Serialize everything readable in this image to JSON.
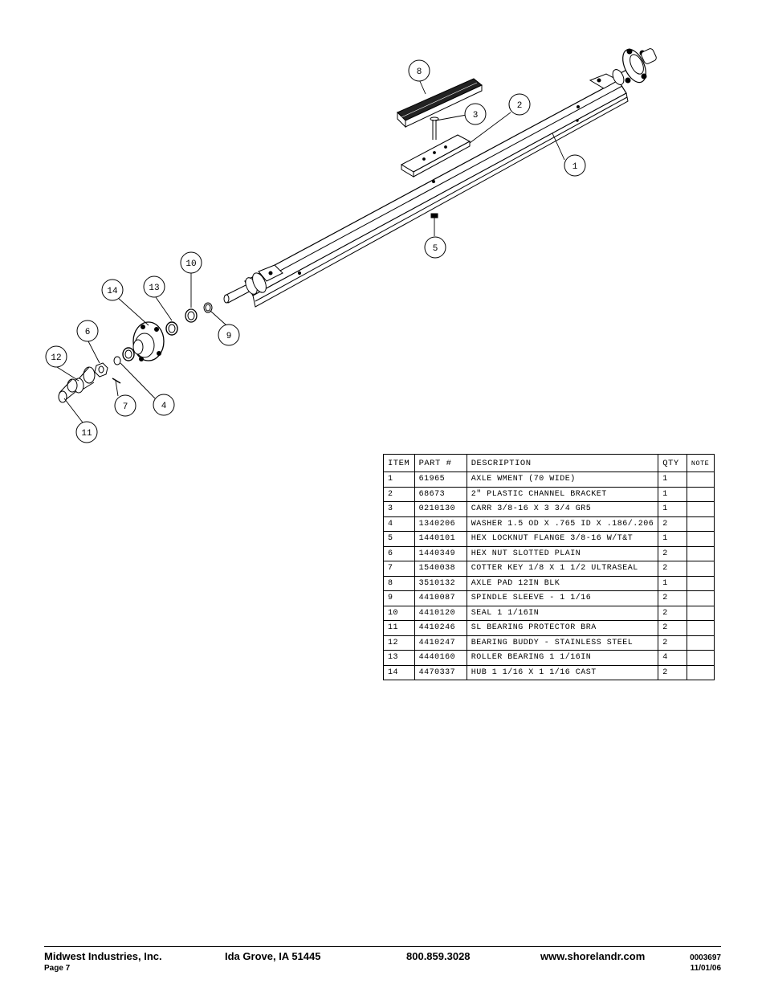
{
  "callouts": [
    "1",
    "2",
    "3",
    "4",
    "5",
    "6",
    "7",
    "8",
    "9",
    "10",
    "11",
    "12",
    "13",
    "14"
  ],
  "table": {
    "headers": [
      "ITEM",
      "PART #",
      "DESCRIPTION",
      "QTY",
      "NOTE"
    ],
    "rows": [
      [
        "1",
        "61965",
        "AXLE WMENT (70 WIDE)",
        "1",
        ""
      ],
      [
        "2",
        "68673",
        "2\" PLASTIC CHANNEL BRACKET",
        "1",
        ""
      ],
      [
        "3",
        "0210130",
        "CARR 3/8-16 X 3 3/4 GR5",
        "1",
        ""
      ],
      [
        "4",
        "1340206",
        "WASHER 1.5 OD X .765 ID X .186/.206",
        "2",
        ""
      ],
      [
        "5",
        "1440101",
        "HEX LOCKNUT FLANGE 3/8-16 W/T&T",
        "1",
        ""
      ],
      [
        "6",
        "1440349",
        "HEX NUT SLOTTED PLAIN",
        "2",
        ""
      ],
      [
        "7",
        "1540038",
        "COTTER KEY 1/8 X 1 1/2 ULTRASEAL",
        "2",
        ""
      ],
      [
        "8",
        "3510132",
        "AXLE PAD 12IN  BLK",
        "1",
        ""
      ],
      [
        "9",
        "4410087",
        "SPINDLE SLEEVE - 1 1/16",
        "2",
        ""
      ],
      [
        "10",
        "4410120",
        "SEAL  1 1/16IN",
        "2",
        ""
      ],
      [
        "11",
        "4410246",
        "SL BEARING PROTECTOR BRA",
        "2",
        ""
      ],
      [
        "12",
        "4410247",
        "BEARING BUDDY - STAINLESS STEEL",
        "2",
        ""
      ],
      [
        "13",
        "4440160",
        "ROLLER BEARING   1 1/16IN",
        "4",
        ""
      ],
      [
        "14",
        "4470337",
        "HUB  1 1/16 X 1 1/16 CAST",
        "2",
        ""
      ]
    ]
  },
  "footer": {
    "company": "Midwest Industries, Inc.",
    "page": "Page 7",
    "location": "Ida Grove, IA  51445",
    "phone": "800.859.3028",
    "website": "www.shorelandr.com",
    "doc_number": "0003697",
    "date": "11/01/06"
  }
}
